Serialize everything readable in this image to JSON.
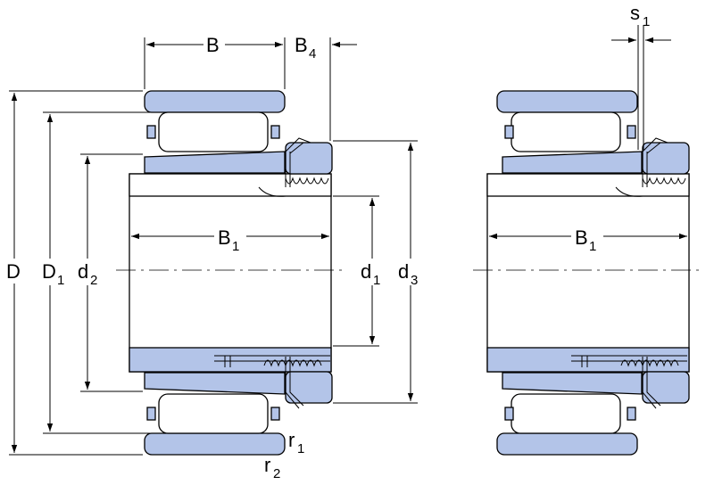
{
  "labels": {
    "D": "D",
    "D1": "D",
    "D1_sub": "1",
    "d2": "d",
    "d2_sub": "2",
    "d1": "d",
    "d1_sub": "1",
    "d3": "d",
    "d3_sub": "3",
    "B": "B",
    "B4": "B",
    "B4_sub": "4",
    "B1_left": "B",
    "B1_left_sub": "1",
    "B1_right": "B",
    "B1_right_sub": "1",
    "s1": "s",
    "s1_sub": "1",
    "r1": "r",
    "r1_sub": "1",
    "r2": "r",
    "r2_sub": "2"
  },
  "colors": {
    "part_fill": "#b3c4e8",
    "line": "#000000",
    "background": "#ffffff"
  }
}
